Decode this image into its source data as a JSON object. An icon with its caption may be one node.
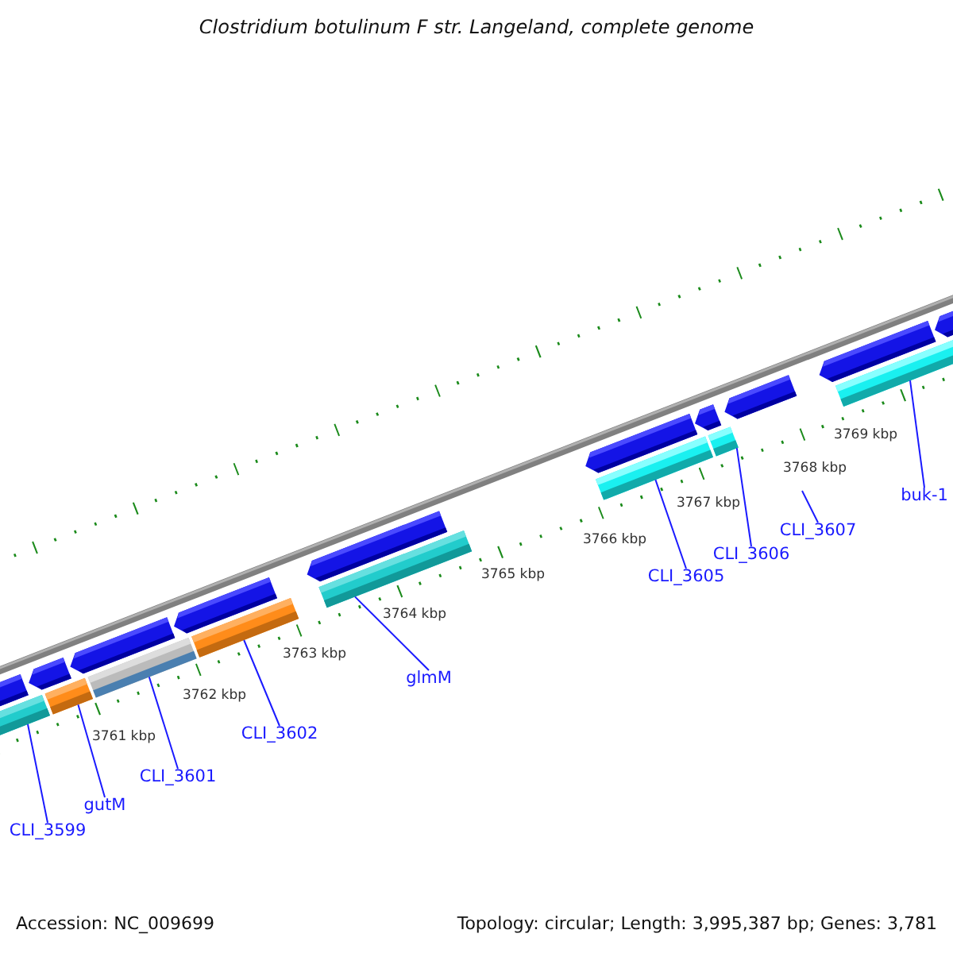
{
  "diagram": {
    "title": "Clostridium botulinum F str. Langeland, complete genome",
    "nodes": [
      {
        "text": [
          "CLI_3599"
        ]
      },
      {
        "text": [
          "gutM"
        ]
      },
      {
        "text": [
          "CLI_3601"
        ]
      },
      {
        "text": [
          "CLI_3602"
        ]
      },
      {
        "text": [
          "glmM"
        ]
      },
      {
        "text": [
          "CLI_3605"
        ]
      },
      {
        "text": [
          "CLI_3606"
        ]
      },
      {
        "text": [
          "CLI_3607"
        ]
      },
      {
        "text": [
          "buk-1"
        ]
      },
      {
        "text": [],
        "shape": "bar"
      },
      {
        "text": [],
        "shape": "bar"
      },
      {
        "text": [],
        "shape": "bar"
      },
      {
        "text": [],
        "shape": "bar"
      },
      {
        "text": [],
        "shape": "bar"
      },
      {
        "text": [],
        "shape": "bar"
      },
      {
        "text": [],
        "shape": "bar"
      },
      {
        "text": [],
        "shape": "bar"
      }
    ],
    "edges": [
      {
        "from": 0,
        "to": 9,
        "arrow": "none"
      },
      {
        "from": 1,
        "to": 10,
        "arrow": "none"
      },
      {
        "from": 2,
        "to": 11,
        "arrow": "none"
      },
      {
        "from": 3,
        "to": 12,
        "arrow": "none"
      },
      {
        "from": 4,
        "to": 13,
        "arrow": "none"
      },
      {
        "from": 5,
        "to": 14,
        "arrow": "none"
      },
      {
        "from": 6,
        "to": 15,
        "arrow": "none"
      },
      {
        "from": 7,
        "to": null,
        "arrow": "none"
      },
      {
        "from": 8,
        "to": 16,
        "arrow": "none"
      }
    ],
    "labels": [
      "3769 kbp",
      "3768 kbp",
      "3767 kbp",
      "3766 kbp",
      "3765 kbp",
      "3764 kbp",
      "3763 kbp",
      "3762 kbp",
      "3761 kbp",
      "Accession: NC_009699",
      "Topology: circular; Length: 3,995,387 bp; Genes: 3,781"
    ]
  }
}
